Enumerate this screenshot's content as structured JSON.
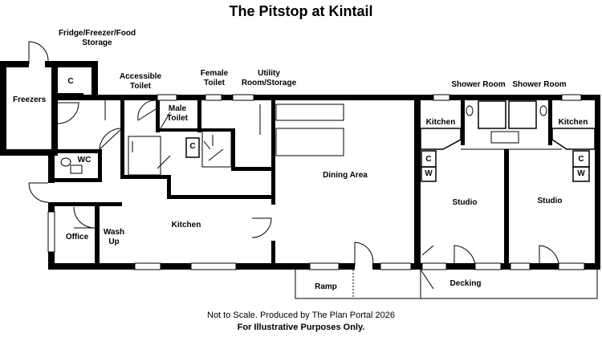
{
  "title": "The Pitstop at Kintail",
  "rooms": {
    "fridge_storage": "Fridge/Freezer/Food\nStorage",
    "freezers": "Freezers",
    "cupboard_c": "C",
    "accessible_toilet": "Accessible\nToilet",
    "female_toilet": "Female\nToilet",
    "utility": "Utility\nRoom/Storage",
    "male_toilet": "Male\nToilet",
    "wc": "WC",
    "office": "Office",
    "wash_up": "Wash\nUp",
    "kitchen_main": "Kitchen",
    "dining_area": "Dining Area",
    "shower_room_1": "Shower Room",
    "shower_room_2": "Shower Room",
    "kitchen_left": "Kitchen",
    "kitchen_right": "Kitchen",
    "w_label": "W",
    "studio_1": "Studio",
    "studio_2": "Studio",
    "ramp": "Ramp",
    "decking": "Decking"
  },
  "footer": {
    "line1": "Not to Scale. Produced by The Plan Portal 2026",
    "line2": "For Illustrative Purposes Only."
  }
}
